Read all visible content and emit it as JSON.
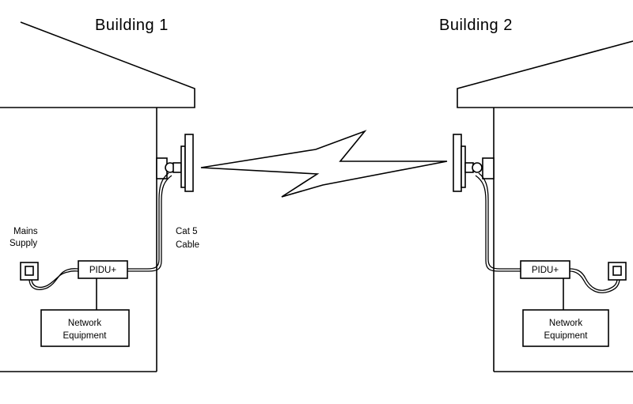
{
  "buildings": [
    {
      "title": "Building 1"
    },
    {
      "title": "Building 2"
    }
  ],
  "labels": {
    "mains_supply_line1": "Mains",
    "mains_supply_line2": "Supply",
    "cable_line1": "Cat 5",
    "cable_line2": "Cable",
    "pidu_left": "PIDU+",
    "pidu_right": "PIDU+",
    "network_left_line1": "Network",
    "network_left_line2": "Equipment",
    "network_right_line1": "Network",
    "network_right_line2": "Equipment"
  },
  "colors": {
    "stroke": "#000000",
    "background": "#ffffff"
  }
}
